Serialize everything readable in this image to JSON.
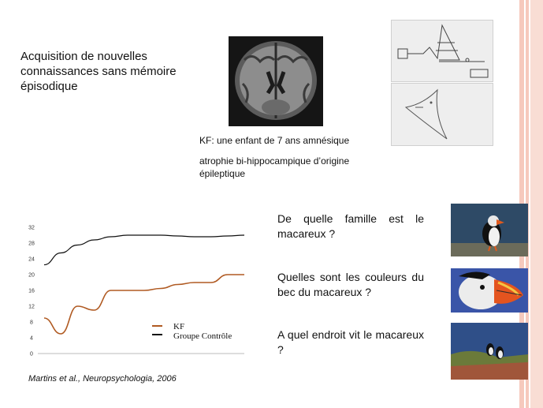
{
  "slide": {
    "title": "Acquisition de nouvelles connaissances sans mémoire épisodique",
    "caption_1": "KF: une enfant de 7 ans amnésique",
    "caption_2": "atrophie bi-hippocampique d’origine épileptique",
    "citation": "Martins et al., Neuropsychologia, 2006"
  },
  "questions": [
    "De quelle famille est le macareux ?",
    "Quelles sont les couleurs du bec du macareux ?",
    "A quel endroit vit le macareux ?"
  ],
  "colors": {
    "stripe_pink": "#f6c9bd",
    "kf_line": "#b05a22",
    "control_line": "#111111"
  },
  "chart_data": {
    "type": "line",
    "y_ticks": [
      "0",
      "4",
      "8",
      "12",
      "16",
      "20",
      "24",
      "28",
      "32"
    ],
    "ylim": [
      0,
      32
    ],
    "x": [
      0,
      1,
      2,
      3,
      4,
      5,
      6,
      7,
      8,
      9,
      10,
      11,
      12
    ],
    "series": [
      {
        "name": "KF",
        "values": [
          9,
          5,
          12,
          11,
          16,
          16,
          16,
          16.5,
          17.5,
          18,
          18,
          20,
          20
        ]
      },
      {
        "name": "Groupe Contrôle",
        "values": [
          22.5,
          25.5,
          27.5,
          28.8,
          29.6,
          30,
          30,
          30,
          29.8,
          29.6,
          29.6,
          29.8,
          30
        ]
      }
    ],
    "legend": [
      "KF",
      "Groupe Contrôle"
    ],
    "grid": false
  }
}
